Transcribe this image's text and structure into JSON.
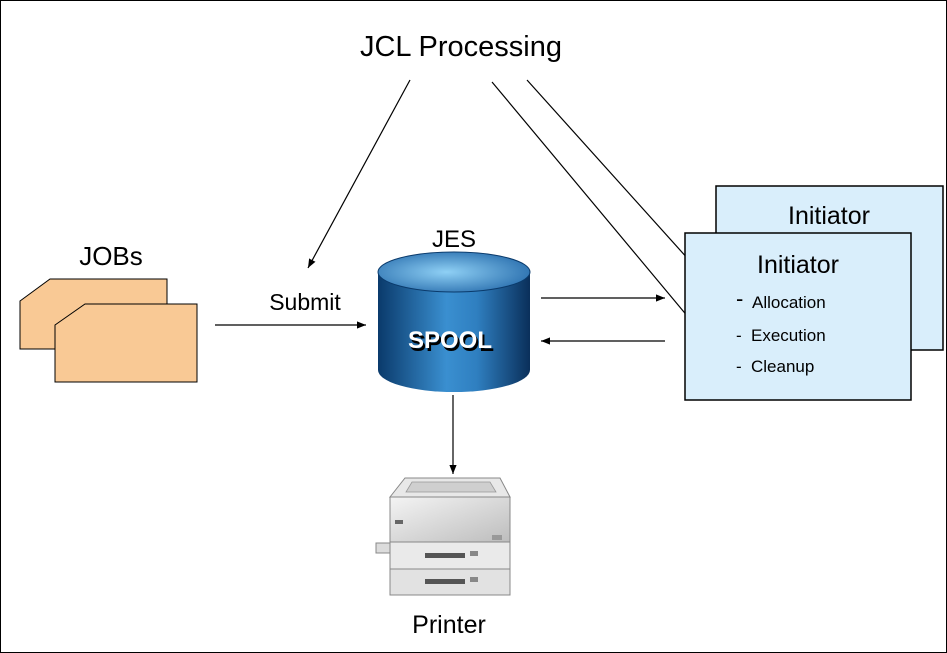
{
  "title": "JCL Processing",
  "jobs": {
    "label": "JOBs"
  },
  "submit": {
    "label": "Submit"
  },
  "jes": {
    "label": "JES",
    "spool_label": "SPOOL"
  },
  "printer": {
    "label": "Printer"
  },
  "initiator_back": {
    "label": "Initiator"
  },
  "initiator_front": {
    "label": "Initiator",
    "items": [
      "Allocation",
      "Execution",
      "Cleanup"
    ],
    "bullet": "-"
  },
  "colors": {
    "job_card": "#f9c995",
    "initiator_fill": "#d9eefb",
    "spool_dark": "#0a3a6b",
    "spool_mid": "#2f7fc0",
    "spool_light": "#7cc3ee"
  }
}
